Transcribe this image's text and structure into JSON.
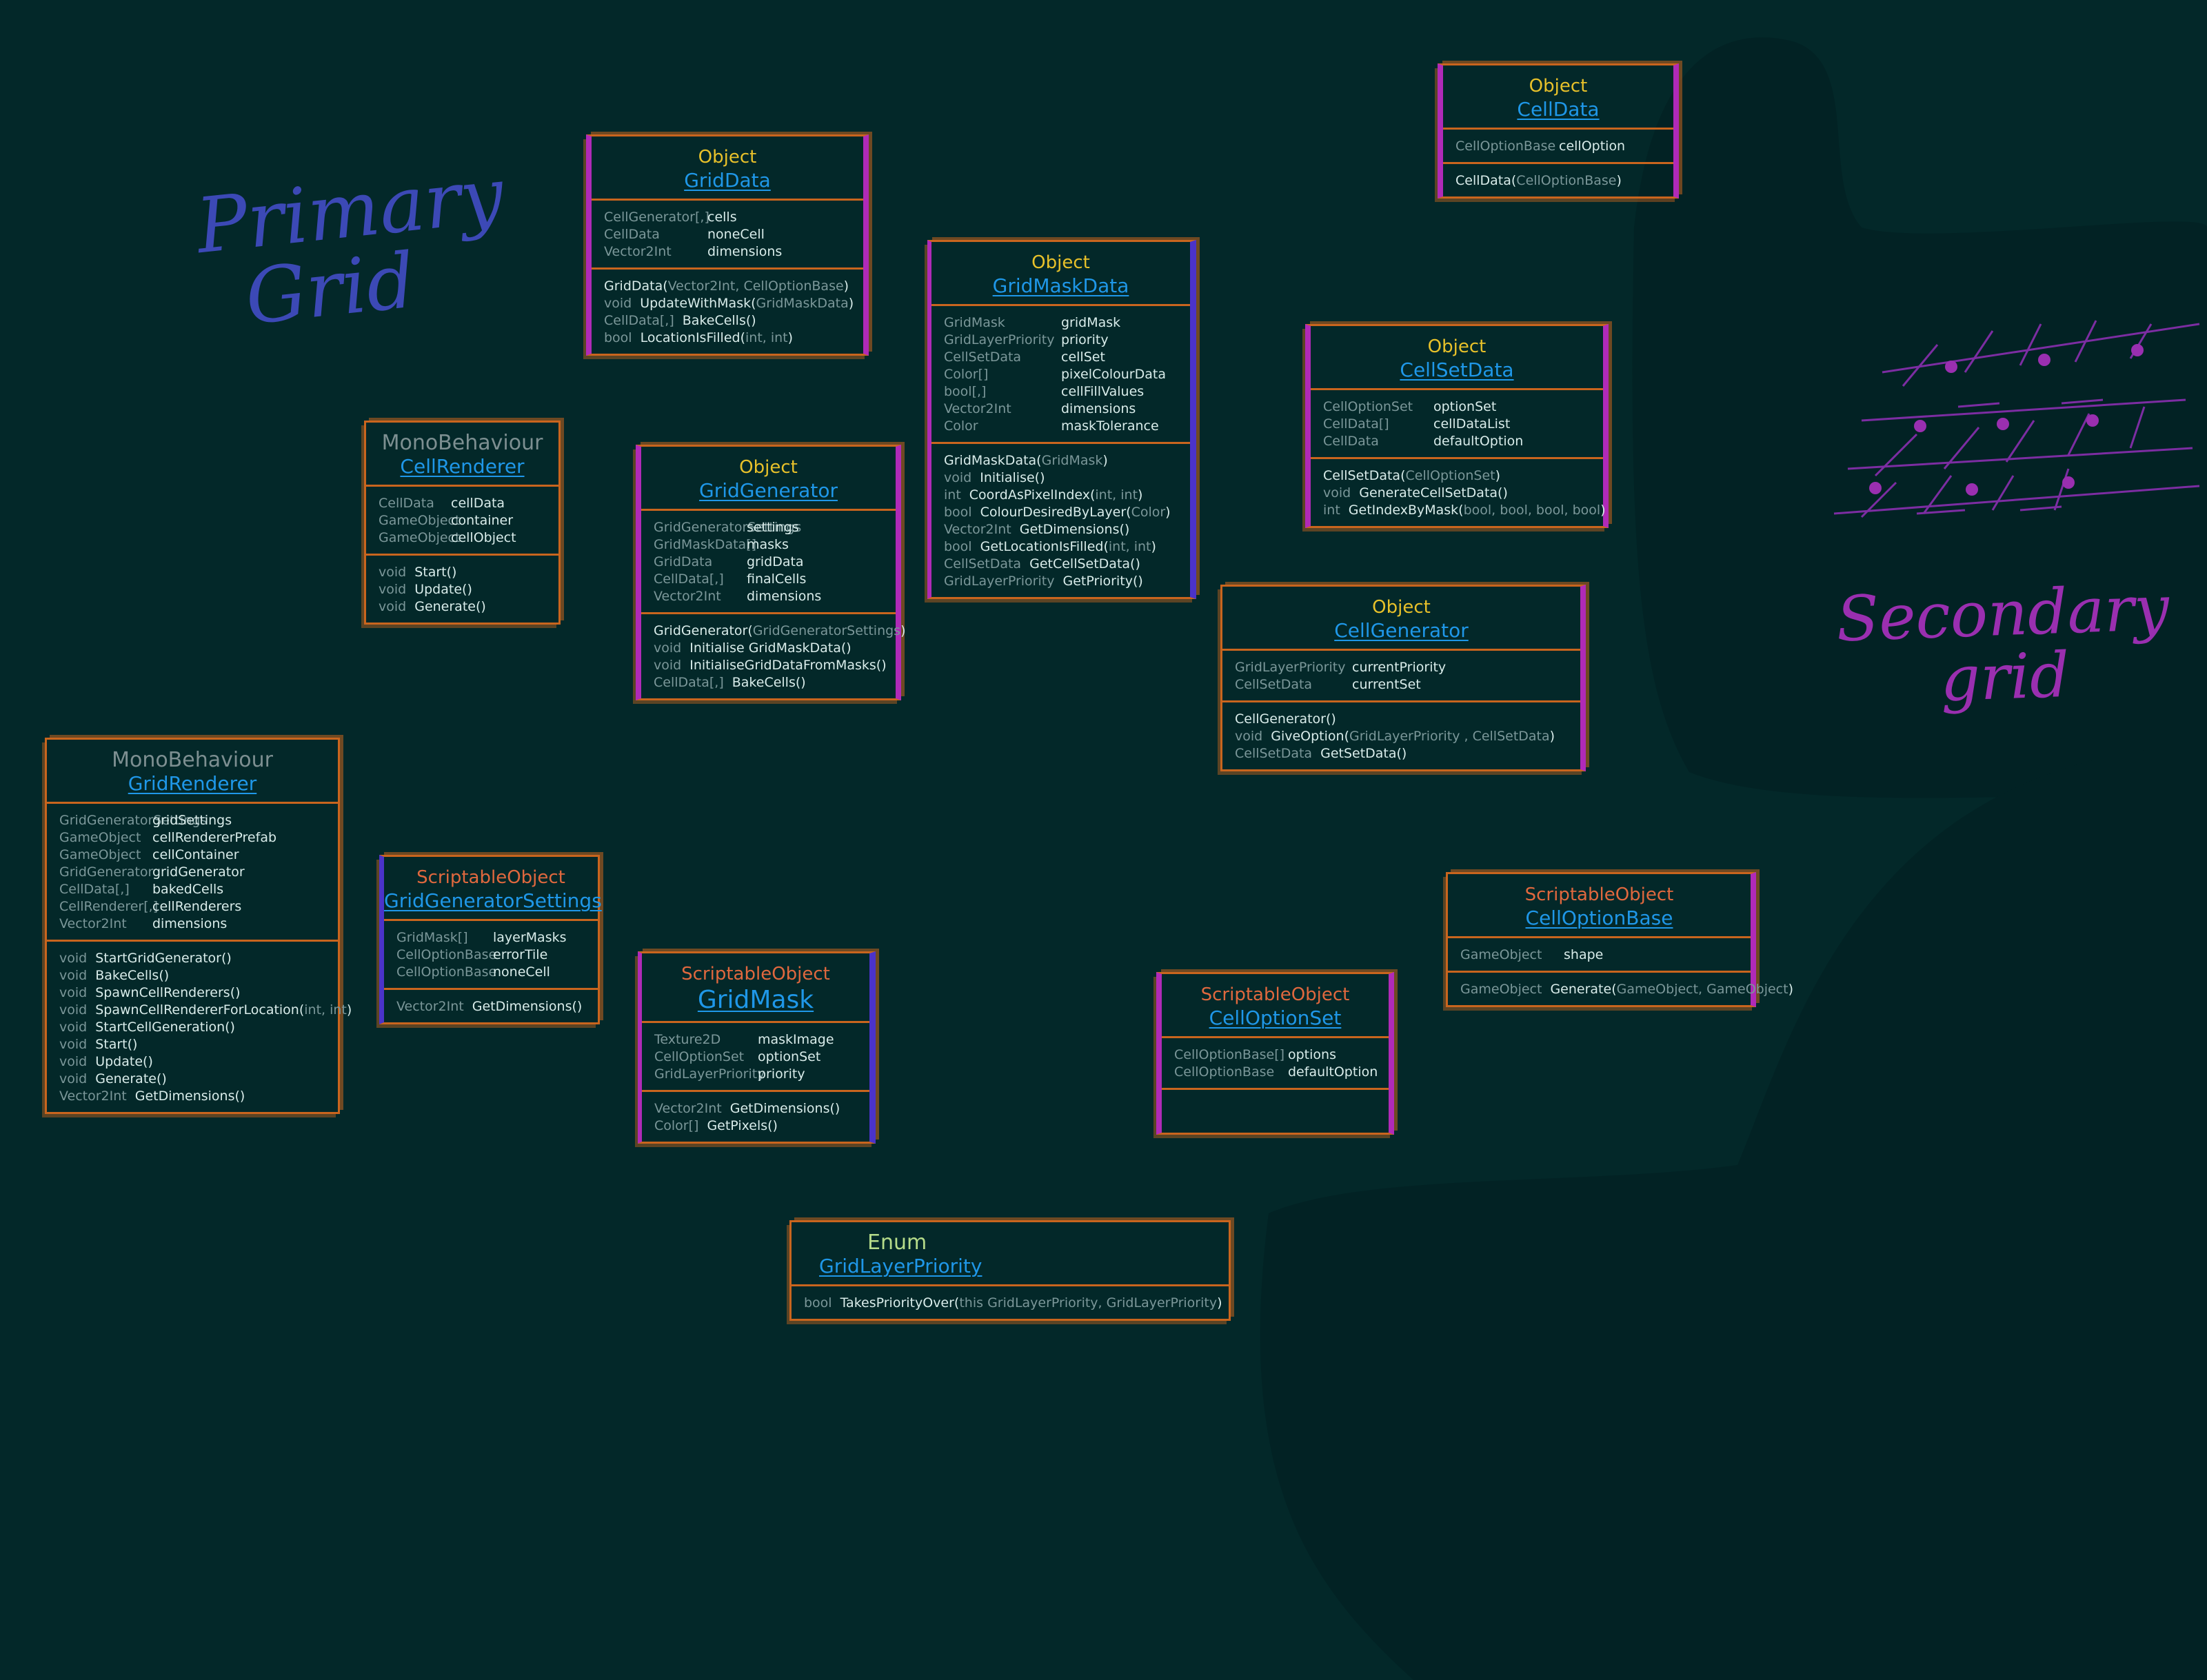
{
  "labels": {
    "primary": [
      "Primary",
      "Grid"
    ],
    "secondary": [
      "Secondary",
      "grid"
    ]
  },
  "colors": {
    "background": "#032829",
    "box_outline": "#c9651e",
    "edge_magenta": "#b02ab8",
    "edge_blue": "#4b33c9",
    "stereotype_object": "#e8c12a",
    "stereotype_scriptable": "#e0683e",
    "stereotype_mono": "#7d8f91",
    "stereotype_enum": "#b6dc8a",
    "class_name": "#1f97e8",
    "type_text": "#7b9799",
    "member_text": "#d9ecea"
  },
  "classes": {
    "cell_data": {
      "stereotype": "Object",
      "name": "CellData",
      "fields": [
        {
          "type": "CellOptionBase",
          "name": "cellOption"
        }
      ],
      "methods": [
        {
          "ret": "",
          "name": "CellData(",
          "params": "CellOptionBase",
          "close": ")"
        }
      ]
    },
    "grid_data": {
      "stereotype": "Object",
      "name": "GridData",
      "fields": [
        {
          "type": "CellGenerator[,]",
          "name": "cells"
        },
        {
          "type": "CellData",
          "name": "noneCell"
        },
        {
          "type": "Vector2Int",
          "name": "dimensions"
        }
      ],
      "methods": [
        {
          "ret": "",
          "name": "GridData(",
          "params": "Vector2Int, CellOptionBase",
          "close": ")"
        },
        {
          "ret": "void",
          "name": "UpdateWithMask(",
          "params": "GridMaskData",
          "close": ")"
        },
        {
          "ret": "CellData[,]",
          "name": "BakeCells()",
          "params": "",
          "close": ""
        },
        {
          "ret": "bool",
          "name": "LocationIsFilled(",
          "params": "int, int",
          "close": ")"
        }
      ]
    },
    "grid_mask_data": {
      "stereotype": "Object",
      "name": "GridMaskData",
      "fields": [
        {
          "type": "GridMask",
          "name": "gridMask"
        },
        {
          "type": "GridLayerPriority",
          "name": "priority"
        },
        {
          "type": "CellSetData",
          "name": "cellSet"
        },
        {
          "type": "Color[]",
          "name": "pixelColourData"
        },
        {
          "type": "bool[,]",
          "name": "cellFillValues"
        },
        {
          "type": "Vector2Int",
          "name": "dimensions"
        },
        {
          "type": "Color",
          "name": "maskTolerance"
        }
      ],
      "methods": [
        {
          "ret": "",
          "name": "GridMaskData(",
          "params": "GridMask",
          "close": ")"
        },
        {
          "ret": "void",
          "name": "Initialise()",
          "params": "",
          "close": ""
        },
        {
          "ret": "int",
          "name": "CoordAsPixelIndex(",
          "params": "int, int",
          "close": ")"
        },
        {
          "ret": "bool",
          "name": "ColourDesiredByLayer(",
          "params": "Color",
          "close": ")"
        },
        {
          "ret": "Vector2Int",
          "name": "GetDimensions()",
          "params": "",
          "close": ""
        },
        {
          "ret": "bool",
          "name": "GetLocationIsFilled(",
          "params": "int, int",
          "close": ")"
        },
        {
          "ret": "CellSetData",
          "name": "GetCellSetData()",
          "params": "",
          "close": ""
        },
        {
          "ret": "GridLayerPriority",
          "name": "GetPriority()",
          "params": "",
          "close": ""
        }
      ]
    },
    "cell_set_data": {
      "stereotype": "Object",
      "name": "CellSetData",
      "fields": [
        {
          "type": "CellOptionSet",
          "name": "optionSet"
        },
        {
          "type": "CellData[]",
          "name": "cellDataList"
        },
        {
          "type": "CellData",
          "name": "defaultOption"
        }
      ],
      "methods": [
        {
          "ret": "",
          "name": "CellSetData(",
          "params": "CellOptionSet",
          "close": ")"
        },
        {
          "ret": "void",
          "name": "GenerateCellSetData()",
          "params": "",
          "close": ""
        },
        {
          "ret": "int",
          "name": "GetIndexByMask(",
          "params": "bool, bool, bool, bool",
          "close": ")"
        }
      ]
    },
    "cell_renderer": {
      "stereotype": "MonoBehaviour",
      "name": "CellRenderer",
      "fields": [
        {
          "type": "CellData",
          "name": "cellData"
        },
        {
          "type": "GameObject",
          "name": "container"
        },
        {
          "type": "GameObject",
          "name": "cellObject"
        }
      ],
      "methods": [
        {
          "ret": "void",
          "name": "Start()",
          "params": "",
          "close": ""
        },
        {
          "ret": "void",
          "name": "Update()",
          "params": "",
          "close": ""
        },
        {
          "ret": "void",
          "name": "Generate()",
          "params": "",
          "close": ""
        }
      ]
    },
    "grid_generator": {
      "stereotype": "Object",
      "name": "GridGenerator",
      "fields": [
        {
          "type": "GridGeneratorSettings",
          "name": "settings"
        },
        {
          "type": "GridMaskData[]",
          "name": "masks"
        },
        {
          "type": "GridData",
          "name": "gridData"
        },
        {
          "type": "CellData[,]",
          "name": "finalCells"
        },
        {
          "type": "Vector2Int",
          "name": "dimensions"
        }
      ],
      "methods": [
        {
          "ret": "",
          "name": "GridGenerator(",
          "params": "GridGeneratorSettings",
          "close": ")"
        },
        {
          "ret": "void",
          "name": "Initialise GridMaskData()",
          "params": "",
          "close": ""
        },
        {
          "ret": "void",
          "name": "InitialiseGridDataFromMasks()",
          "params": "",
          "close": ""
        },
        {
          "ret": "CellData[,]",
          "name": "BakeCells()",
          "params": "",
          "close": ""
        }
      ]
    },
    "cell_generator": {
      "stereotype": "Object",
      "name": "CellGenerator",
      "fields": [
        {
          "type": "GridLayerPriority",
          "name": "currentPriority"
        },
        {
          "type": "CellSetData",
          "name": "currentSet"
        }
      ],
      "methods": [
        {
          "ret": "",
          "name": "CellGenerator()",
          "params": "",
          "close": ""
        },
        {
          "ret": "void",
          "name": "GiveOption(",
          "params": "GridLayerPriority , CellSetData",
          "close": ")"
        },
        {
          "ret": "CellSetData",
          "name": "GetSetData()",
          "params": "",
          "close": ""
        }
      ]
    },
    "grid_renderer": {
      "stereotype": "MonoBehaviour",
      "name": "GridRenderer",
      "fields": [
        {
          "type": "GridGeneratorSettings",
          "name": "gridSettings"
        },
        {
          "type": "GameObject",
          "name": "cellRendererPrefab"
        },
        {
          "type": "GameObject",
          "name": "cellContainer"
        },
        {
          "type": "GridGenerator",
          "name": "gridGenerator"
        },
        {
          "type": "CellData[,]",
          "name": "bakedCells"
        },
        {
          "type": "CellRenderer[,]",
          "name": "cellRenderers"
        },
        {
          "type": "Vector2Int",
          "name": "dimensions"
        }
      ],
      "methods": [
        {
          "ret": "void",
          "name": "StartGridGenerator()",
          "params": "",
          "close": ""
        },
        {
          "ret": "void",
          "name": "BakeCells()",
          "params": "",
          "close": ""
        },
        {
          "ret": "void",
          "name": "SpawnCellRenderers()",
          "params": "",
          "close": ""
        },
        {
          "ret": "void",
          "name": "SpawnCellRendererForLocation(",
          "params": "int, int",
          "close": ")"
        },
        {
          "ret": "void",
          "name": "StartCellGeneration()",
          "params": "",
          "close": ""
        },
        {
          "ret": "void",
          "name": "Start()",
          "params": "",
          "close": ""
        },
        {
          "ret": "void",
          "name": "Update()",
          "params": "",
          "close": ""
        },
        {
          "ret": "void",
          "name": "Generate()",
          "params": "",
          "close": ""
        },
        {
          "ret": "Vector2Int",
          "name": "GetDimensions()",
          "params": "",
          "close": ""
        }
      ]
    },
    "grid_generator_settings": {
      "stereotype": "ScriptableObject",
      "name": "GridGeneratorSettings",
      "fields": [
        {
          "type": "GridMask[]",
          "name": "layerMasks"
        },
        {
          "type": "CellOptionBase",
          "name": "errorTile"
        },
        {
          "type": "CellOptionBase",
          "name": "noneCell"
        }
      ],
      "methods": [
        {
          "ret": "Vector2Int",
          "name": "GetDimensions()",
          "params": "",
          "close": ""
        }
      ]
    },
    "grid_mask": {
      "stereotype": "ScriptableObject",
      "name": "GridMask",
      "fields": [
        {
          "type": "Texture2D",
          "name": "maskImage"
        },
        {
          "type": "CellOptionSet",
          "name": "optionSet"
        },
        {
          "type": "GridLayerPriority",
          "name": "priority"
        }
      ],
      "methods": [
        {
          "ret": "Vector2Int",
          "name": "GetDimensions()",
          "params": "",
          "close": ""
        },
        {
          "ret": "Color[]",
          "name": "GetPixels()",
          "params": "",
          "close": ""
        }
      ]
    },
    "cell_option_set": {
      "stereotype": "ScriptableObject",
      "name": "CellOptionSet",
      "fields": [
        {
          "type": "CellOptionBase[]",
          "name": "options"
        },
        {
          "type": "CellOptionBase",
          "name": "defaultOption"
        }
      ],
      "methods": []
    },
    "cell_option_base": {
      "stereotype": "ScriptableObject",
      "name": "CellOptionBase",
      "fields": [
        {
          "type": "GameObject",
          "name": "shape"
        }
      ],
      "methods": [
        {
          "ret": "GameObject",
          "name": "Generate(",
          "params": "GameObject, GameObject",
          "close": ")"
        }
      ]
    },
    "grid_layer_priority": {
      "stereotype": "Enum",
      "name": "GridLayerPriority",
      "fields": [],
      "methods": [
        {
          "ret": "bool",
          "name": "TakesPriorityOver(",
          "params": "this GridLayerPriority, GridLayerPriority",
          "close": ")"
        }
      ]
    }
  }
}
